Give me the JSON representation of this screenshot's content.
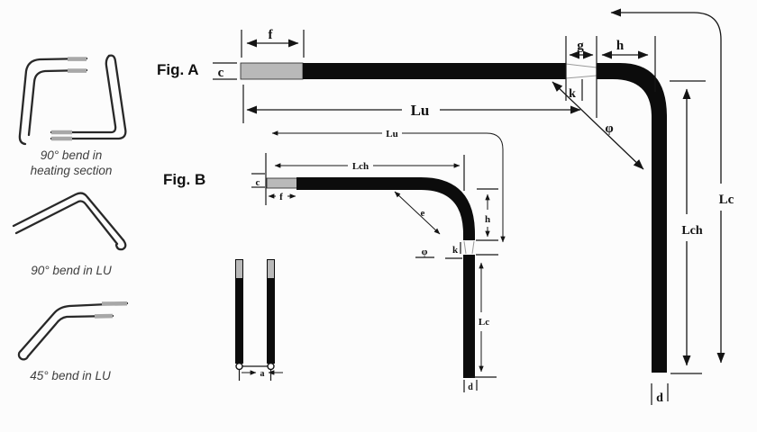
{
  "colors": {
    "bg": "#fcfcfc",
    "element": "#0c0c0c",
    "cold-end": "#b9b9b9",
    "line": "#181818",
    "caption": "#3e3e3e"
  },
  "sidebar": {
    "items": [
      {
        "caption_line1": "90° bend in",
        "caption_line2": "heating section"
      },
      {
        "caption_line1": "90° bend in LU",
        "caption_line2": ""
      },
      {
        "caption_line1": "45° bend in LU",
        "caption_line2": ""
      }
    ]
  },
  "fig_a": {
    "title": "Fig. A",
    "dims": {
      "c": "c",
      "f": "f",
      "g": "g",
      "h": "h",
      "k": "k",
      "lu": "Lu",
      "phi": "φ",
      "lch": "Lch",
      "lc": "Lc",
      "d": "d"
    }
  },
  "fig_b": {
    "title": "Fig. B",
    "dims": {
      "lu": "Lu",
      "lch": "Lch",
      "c": "c",
      "f": "f",
      "e": "e",
      "h": "h",
      "k": "k",
      "phi": "φ",
      "lc": "Lc",
      "d": "d"
    }
  },
  "straight_element": {
    "dims": {
      "a": "a"
    }
  }
}
